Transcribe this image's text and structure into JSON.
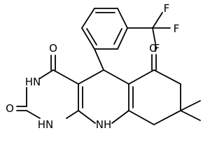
{
  "structure": {
    "atom_labels": {
      "F1": "F",
      "F2": "F",
      "F3": "F",
      "O_ring": "O",
      "O_ketone": "O",
      "O_urea": "O",
      "NH_amide": "HN",
      "NH_urea": "HN",
      "NH_bridge": "NH"
    }
  }
}
